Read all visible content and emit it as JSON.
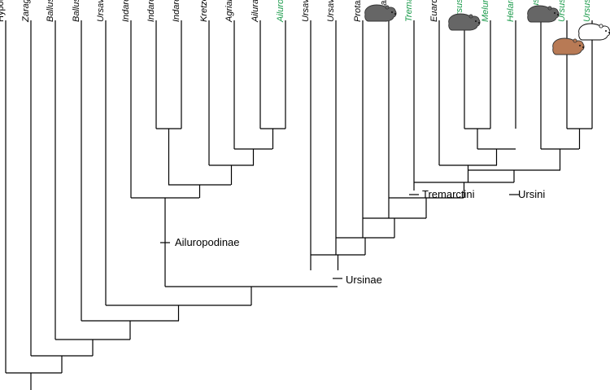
{
  "taxa": [
    {
      "name": "Hypothetical ancestor",
      "italic": false,
      "color": "#000000"
    },
    {
      "name": "Zaragocyon daamsi",
      "italic": true,
      "color": "#000000"
    },
    {
      "name": "Ballusia elmensis",
      "italic": true,
      "color": "#000000"
    },
    {
      "name": "Ballusia orientalis",
      "italic": true,
      "color": "#000000"
    },
    {
      "name": "Ursavus brevirhinus",
      "italic": true,
      "color": "#000000"
    },
    {
      "name": "Indarctos vireti",
      "italic": true,
      "color": "#000000"
    },
    {
      "name": "Indarctos arctoides",
      "italic": true,
      "color": "#000000"
    },
    {
      "name": "Indarctos punjabiensis",
      "italic": true,
      "color": "#000000"
    },
    {
      "name": "Kretzoiarctos beatrix",
      "italic": true,
      "color": "#000000"
    },
    {
      "name": "Agriarctos depereti",
      "italic": true,
      "color": "#000000"
    },
    {
      "name": "Ailurarctos lufengensis",
      "italic": true,
      "color": "#000000"
    },
    {
      "name": "Ailuropoda melanoleuca",
      "italic": true,
      "color": "#1a9a4a"
    },
    {
      "name": "Ursavus primaevus",
      "italic": true,
      "color": "#000000"
    },
    {
      "name": "Ursavus tedfordi",
      "italic": true,
      "color": "#000000"
    },
    {
      "name": "Protarctos abstrusus",
      "italic": true,
      "color": "#000000"
    },
    {
      "name": "Protarctos yinanensis",
      "italic": true,
      "color": "#000000"
    },
    {
      "name": "Tremarctos ornatus",
      "italic": true,
      "color": "#1a9a4a"
    },
    {
      "name": "Euarctos minimus",
      "italic": true,
      "color": "#000000"
    },
    {
      "name": "Ursus thibetanus",
      "italic": true,
      "color": "#1a9a4a"
    },
    {
      "name": "Melursus ursinus",
      "italic": true,
      "color": "#1a9a4a"
    },
    {
      "name": "Helarctos malayanus",
      "italic": true,
      "color": "#1a9a4a"
    },
    {
      "name": "Ursus americanus",
      "italic": true,
      "color": "#1a9a4a"
    },
    {
      "name": "Ursus arctos",
      "italic": true,
      "color": "#1a9a4a"
    },
    {
      "name": "Ursus maritimus",
      "italic": true,
      "color": "#1a9a4a"
    }
  ],
  "clades": {
    "ailuropodinae": "Ailuropodinae",
    "ursinae": "Ursinae",
    "tremarctini": "Tremarctini",
    "ursini": "Ursini"
  },
  "icons": [
    {
      "name": "black-bear-icon",
      "color": "#666666"
    },
    {
      "name": "black-bear-icon",
      "color": "#666666"
    },
    {
      "name": "black-bear-icon",
      "color": "#666666"
    },
    {
      "name": "brown-bear-icon",
      "color": "#b87a55"
    },
    {
      "name": "polar-bear-icon",
      "color": "#ffffff"
    }
  ]
}
